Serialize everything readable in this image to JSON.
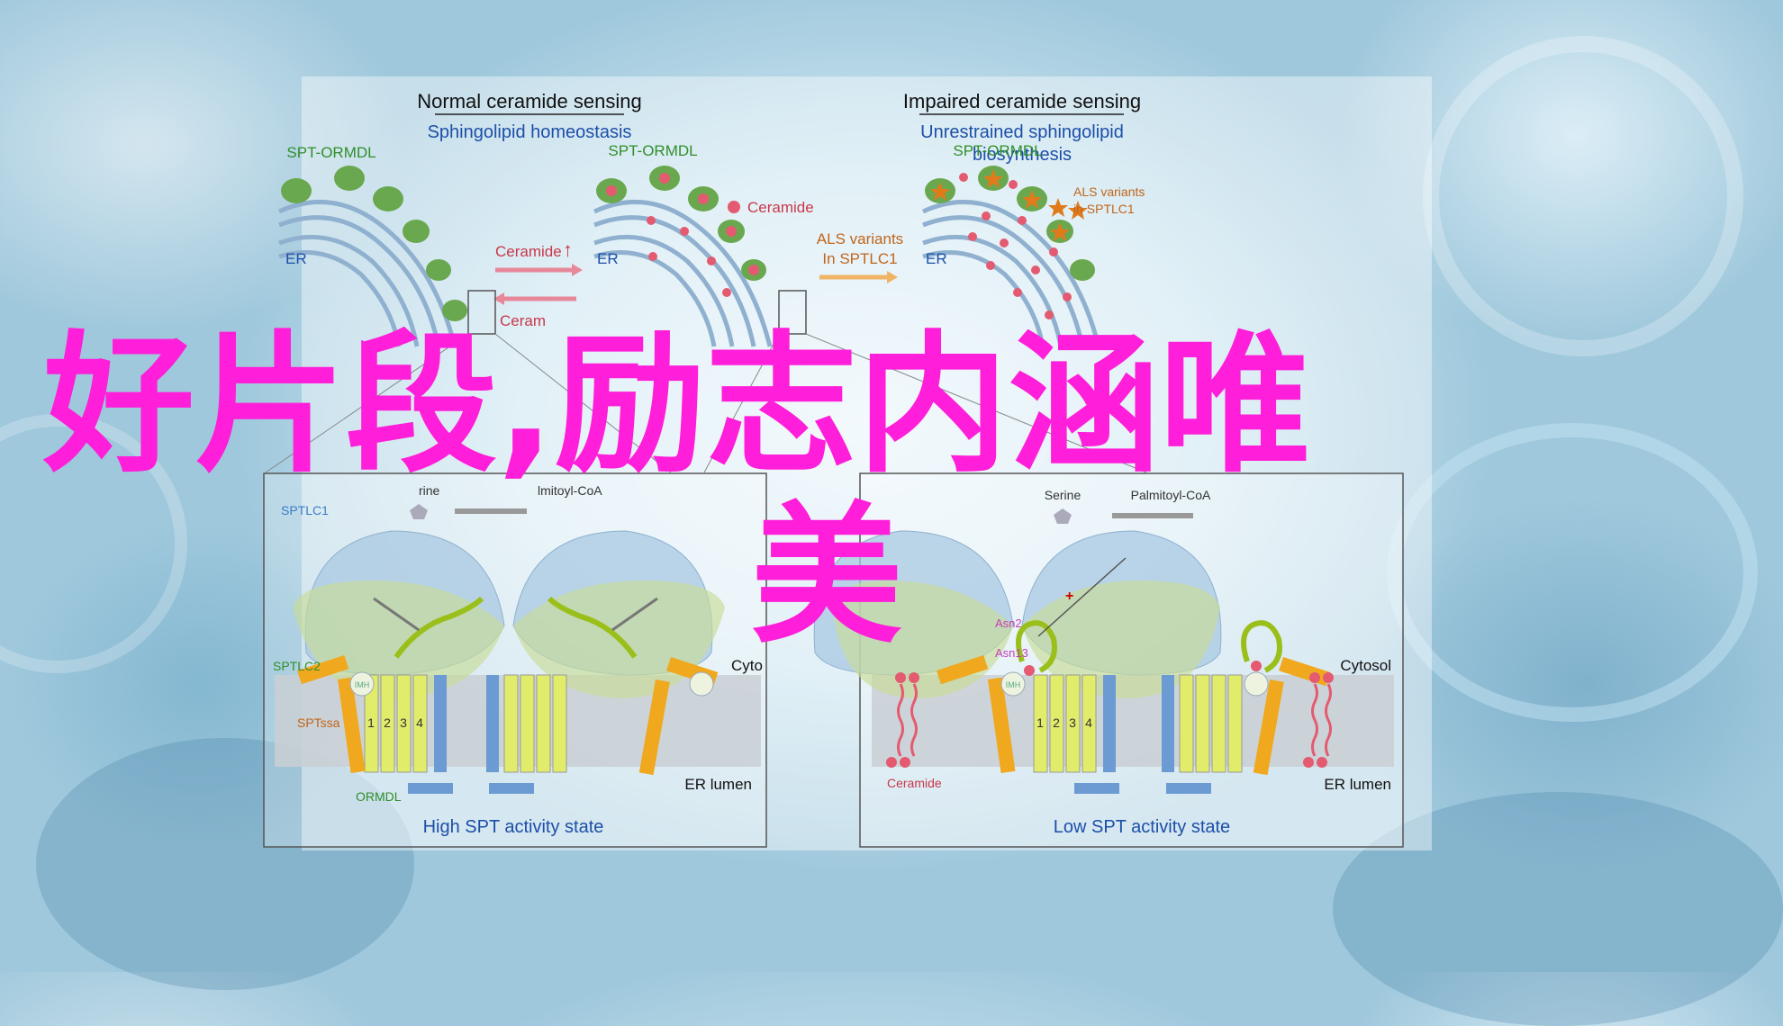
{
  "colors": {
    "overlay_text": "#ff1ed9",
    "er_line": "#8fb1cf",
    "ceramide_dot": "#e45a70",
    "spt_green": "#6aa84f",
    "subunit_yellow": "#e2ec6b",
    "ormdl_orange": "#f0a81f",
    "tm_blue": "#6b9bd2",
    "star_orange": "#e07b1c"
  },
  "overlay_title": {
    "line1": "好片段,励志内涵唯",
    "line2": "美"
  },
  "panels": {
    "normal": {
      "heading": "Normal ceramide sensing",
      "subheading": "Sphingolipid homeostasis"
    },
    "impaired": {
      "heading": "Impaired ceramide sensing",
      "subheading_line1": "Unrestrained sphingolipid",
      "subheading_line2": "biosynthesis"
    }
  },
  "labels": {
    "spt_ormdl": "SPT-ORMDL",
    "er": "ER",
    "ceramide": "Ceramide",
    "ceramide_up_arrow": "↑",
    "ceramide_cut": "Ceram",
    "als_variants_line1": "ALS variants",
    "als_variants_line2": "In SPTLC1",
    "als_legend_line1": "ALS variants",
    "als_legend_line2": "in SPTLC1",
    "sptlc1": "SPTLC1",
    "sptlc2": "SPTLC2",
    "sptssa": "SPTssa",
    "ormdl": "ORMDL",
    "serine": "Serine",
    "palmitoyl_coa": "Palmitoyl-CoA",
    "serine_cut": "rine",
    "palmitoyl_cut": "lmitoyl-CoA",
    "cytosol": "Cytosol",
    "cytosol_cut": "Cyto",
    "er_lumen": "ER lumen",
    "imh": "IMH",
    "asn2": "Asn2",
    "asn13": "Asn13",
    "helix_numbers": [
      "1",
      "2",
      "3",
      "4"
    ]
  },
  "bottom_panels": {
    "high": "High SPT activity state",
    "low": "Low SPT activity state"
  }
}
